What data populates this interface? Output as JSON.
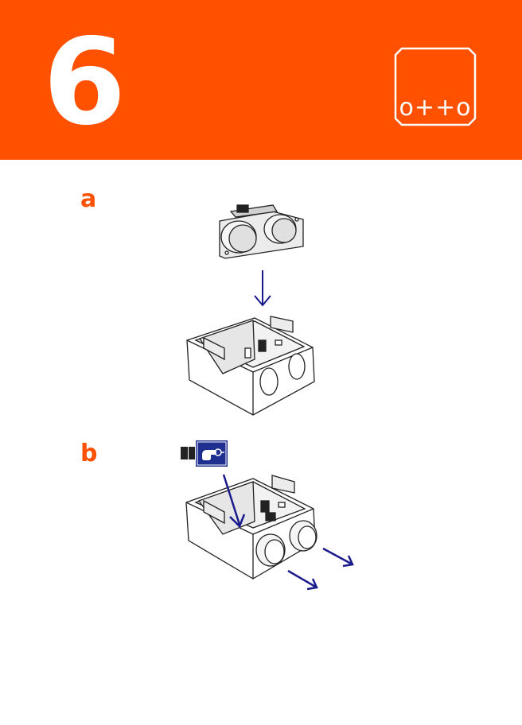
{
  "step": {
    "number": "6"
  },
  "logo": {
    "text": "o++o"
  },
  "colors": {
    "accent": "#ff5100",
    "arrow": "#1a1a8c",
    "icon_bg": "#1f2f8f"
  },
  "substeps": [
    {
      "label": "a",
      "parts": [
        "ultrasonic-sensor",
        "head-box"
      ],
      "icons": [
        "down-arrow-icon"
      ]
    },
    {
      "label": "b",
      "parts": [
        "connector",
        "head-box-with-sensor"
      ],
      "icons": [
        "plug-hand-icon",
        "insert-arrow-icon",
        "direction-arrow-icon",
        "direction-arrow-icon"
      ]
    }
  ]
}
